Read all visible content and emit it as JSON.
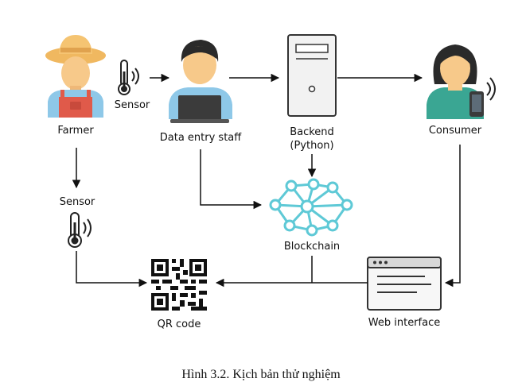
{
  "nodes": {
    "farmer": "Farmer",
    "sensor_top": "Sensor",
    "data_entry_staff": "Data entry staff",
    "backend_line1": "Backend",
    "backend_line2": "(Python)",
    "consumer": "Consumer",
    "sensor_left": "Sensor",
    "blockchain": "Blockchain",
    "qr_code": "QR code",
    "web_interface": "Web interface"
  },
  "caption": "Hình 3.2. Kịch bản thử nghiệm",
  "icons": {
    "farmer": "farmer-icon",
    "sensor": "thermometer-sensor-icon",
    "staff": "staff-laptop-icon",
    "backend": "server-tower-icon",
    "consumer": "consumer-phone-icon",
    "blockchain": "blockchain-network-icon",
    "qr": "qr-code-icon",
    "web": "browser-window-icon"
  },
  "colors": {
    "skin": "#f7c98a",
    "straw_hat": "#f0b860",
    "overalls": "#e05a4a",
    "shirt_blue": "#8ec8e8",
    "hair": "#2a2a2a",
    "teal_top": "#3aa693",
    "blockchain": "#5ec9d6",
    "line": "#111111"
  }
}
